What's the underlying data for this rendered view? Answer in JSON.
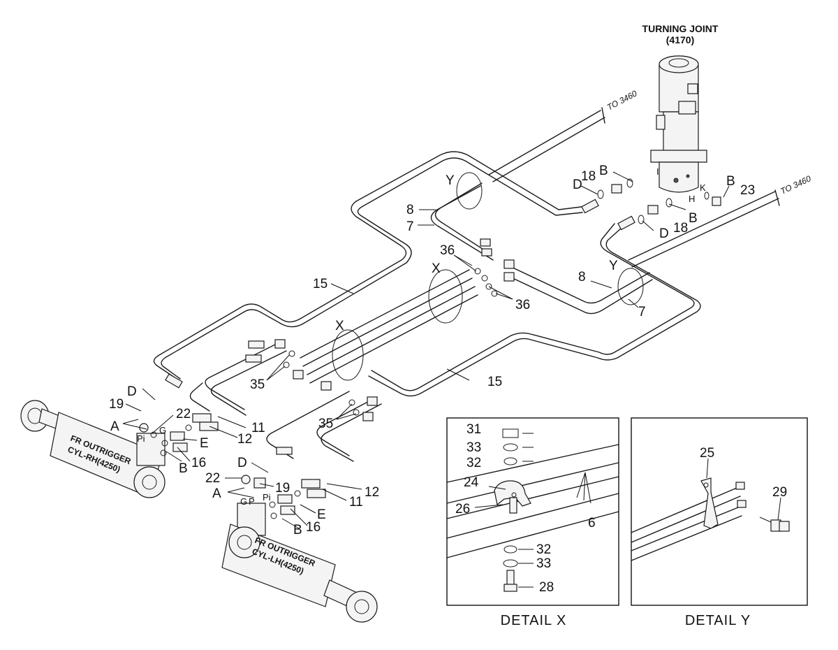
{
  "turning_joint": {
    "title": "TURNING JOINT",
    "code": "(4170)"
  },
  "routing": {
    "to_a": "TO 3460",
    "to_b": "TO 3460"
  },
  "cylinders": {
    "rh": {
      "line1": "FR OUTRIGGER",
      "line2": "CYL-RH(4250)"
    },
    "lh": {
      "line1": "FR OUTRIGGER",
      "line2": "CYL-LH(4250)"
    }
  },
  "port_letters": {
    "h": "H",
    "i": "I",
    "k": "K",
    "g": "G",
    "p": "P",
    "pi": "Pi",
    "a": "A",
    "b": "B"
  },
  "labels": {
    "b1": "B",
    "d1": "D",
    "n18a": "18",
    "b2": "B",
    "n23": "23",
    "b3": "B",
    "d2": "D",
    "n18b": "18",
    "y1": "Y",
    "n8a": "8",
    "n7a": "7",
    "n36a": "36",
    "x1": "X",
    "n36b": "36",
    "n8b": "8",
    "y2": "Y",
    "n7b": "7",
    "n15a": "15",
    "n15b": "15",
    "x2": "X",
    "n35a": "35",
    "n35b": "35",
    "d3": "D",
    "n19a": "19",
    "n22a": "22",
    "a1": "A",
    "n11a": "11",
    "n12a": "12",
    "e1": "E",
    "n16a": "16",
    "b4": "B",
    "d4": "D",
    "n22b": "22",
    "n19b": "19",
    "a2": "A",
    "n11b": "11",
    "n12b": "12",
    "e2": "E",
    "n16b": "16",
    "b5": "B"
  },
  "detail_x": {
    "caption": "DETAIL  X",
    "labels": {
      "n31": "31",
      "n33a": "33",
      "n32a": "32",
      "n24": "24",
      "n26": "26",
      "n6": "6",
      "n32b": "32",
      "n33b": "33",
      "n28": "28"
    }
  },
  "detail_y": {
    "caption": "DETAIL  Y",
    "labels": {
      "n25": "25",
      "n29": "29"
    }
  }
}
